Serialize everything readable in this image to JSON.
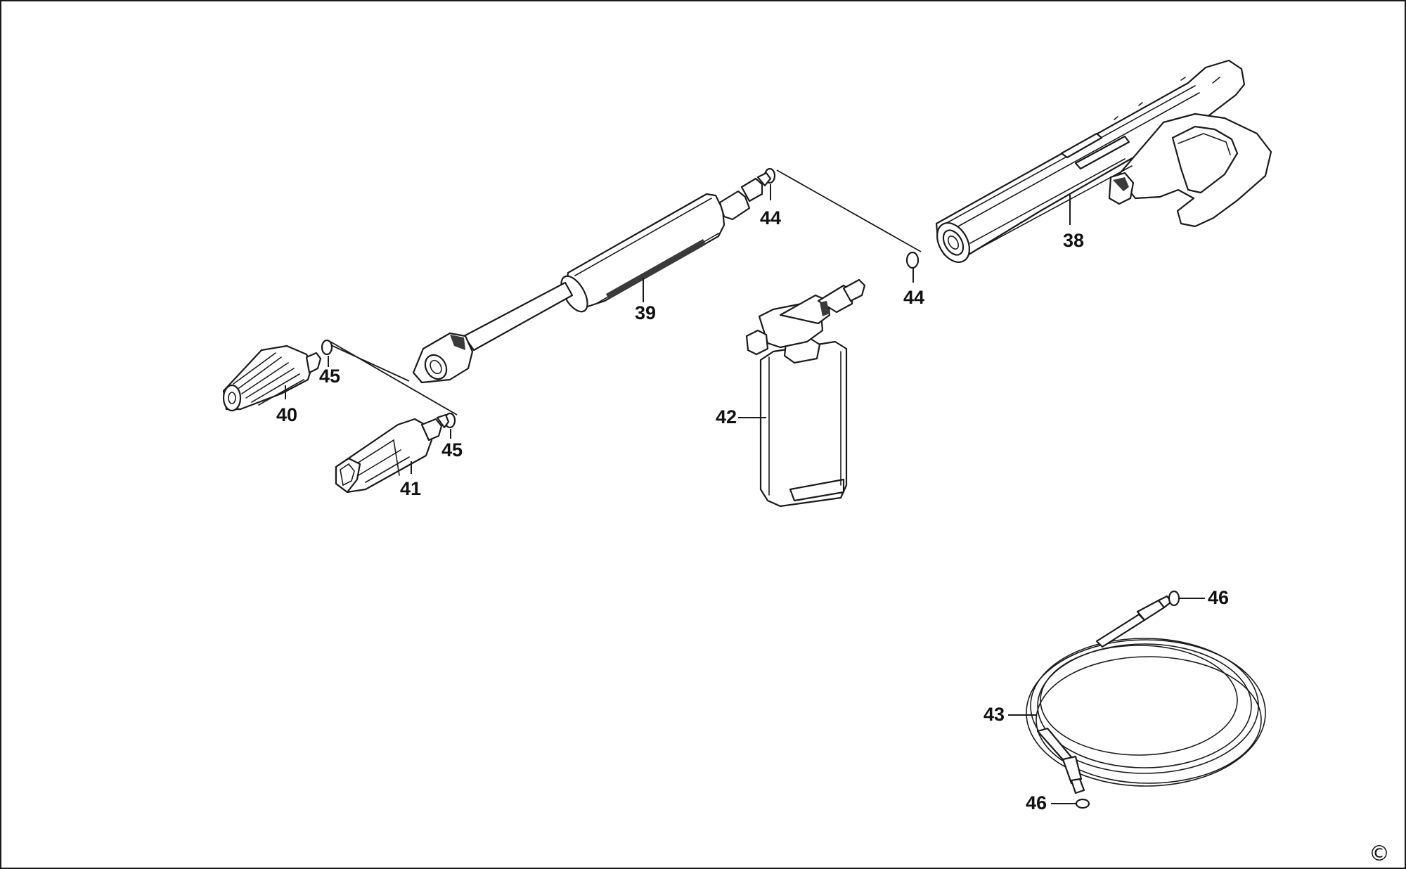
{
  "callouts": {
    "c38": "38",
    "c39": "39",
    "c40": "40",
    "c41": "41",
    "c42": "42",
    "c43": "43",
    "c44a": "44",
    "c44b": "44",
    "c45a": "45",
    "c45b": "45",
    "c46a": "46",
    "c46b": "46"
  },
  "copyright_mark": "©"
}
